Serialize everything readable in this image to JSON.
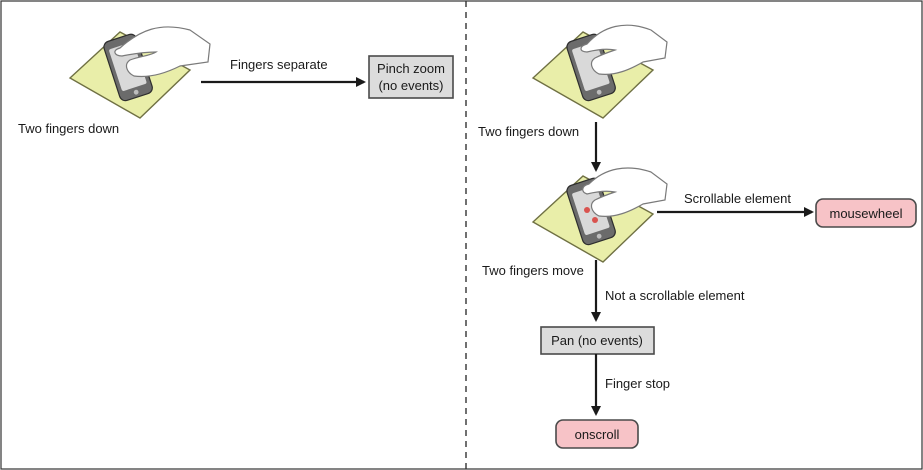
{
  "left_panel": {
    "label_two_fingers_down": "Two fingers down",
    "edge_fingers_separate": "Fingers separate",
    "box_pinch_zoom": [
      "Pinch zoom",
      "(no events)"
    ]
  },
  "right_panel": {
    "label_two_fingers_down": "Two fingers down",
    "label_two_fingers_move": "Two fingers move",
    "edge_scrollable": "Scrollable element",
    "edge_not_scrollable": "Not a scrollable element",
    "edge_finger_stop": "Finger stop",
    "box_mousewheel": "mousewheel",
    "box_pan": "Pan (no events)",
    "box_onscroll": "onscroll"
  },
  "colors": {
    "event_box_fill": "#f7c3c7",
    "state_box_fill": "#dcdcdc",
    "pad_fill": "#e9eea9",
    "phone_body": "#6b6b6b",
    "divider": "#333333"
  },
  "icons": [
    "hand-on-phone-icon",
    "two-finger-touch-icon"
  ]
}
